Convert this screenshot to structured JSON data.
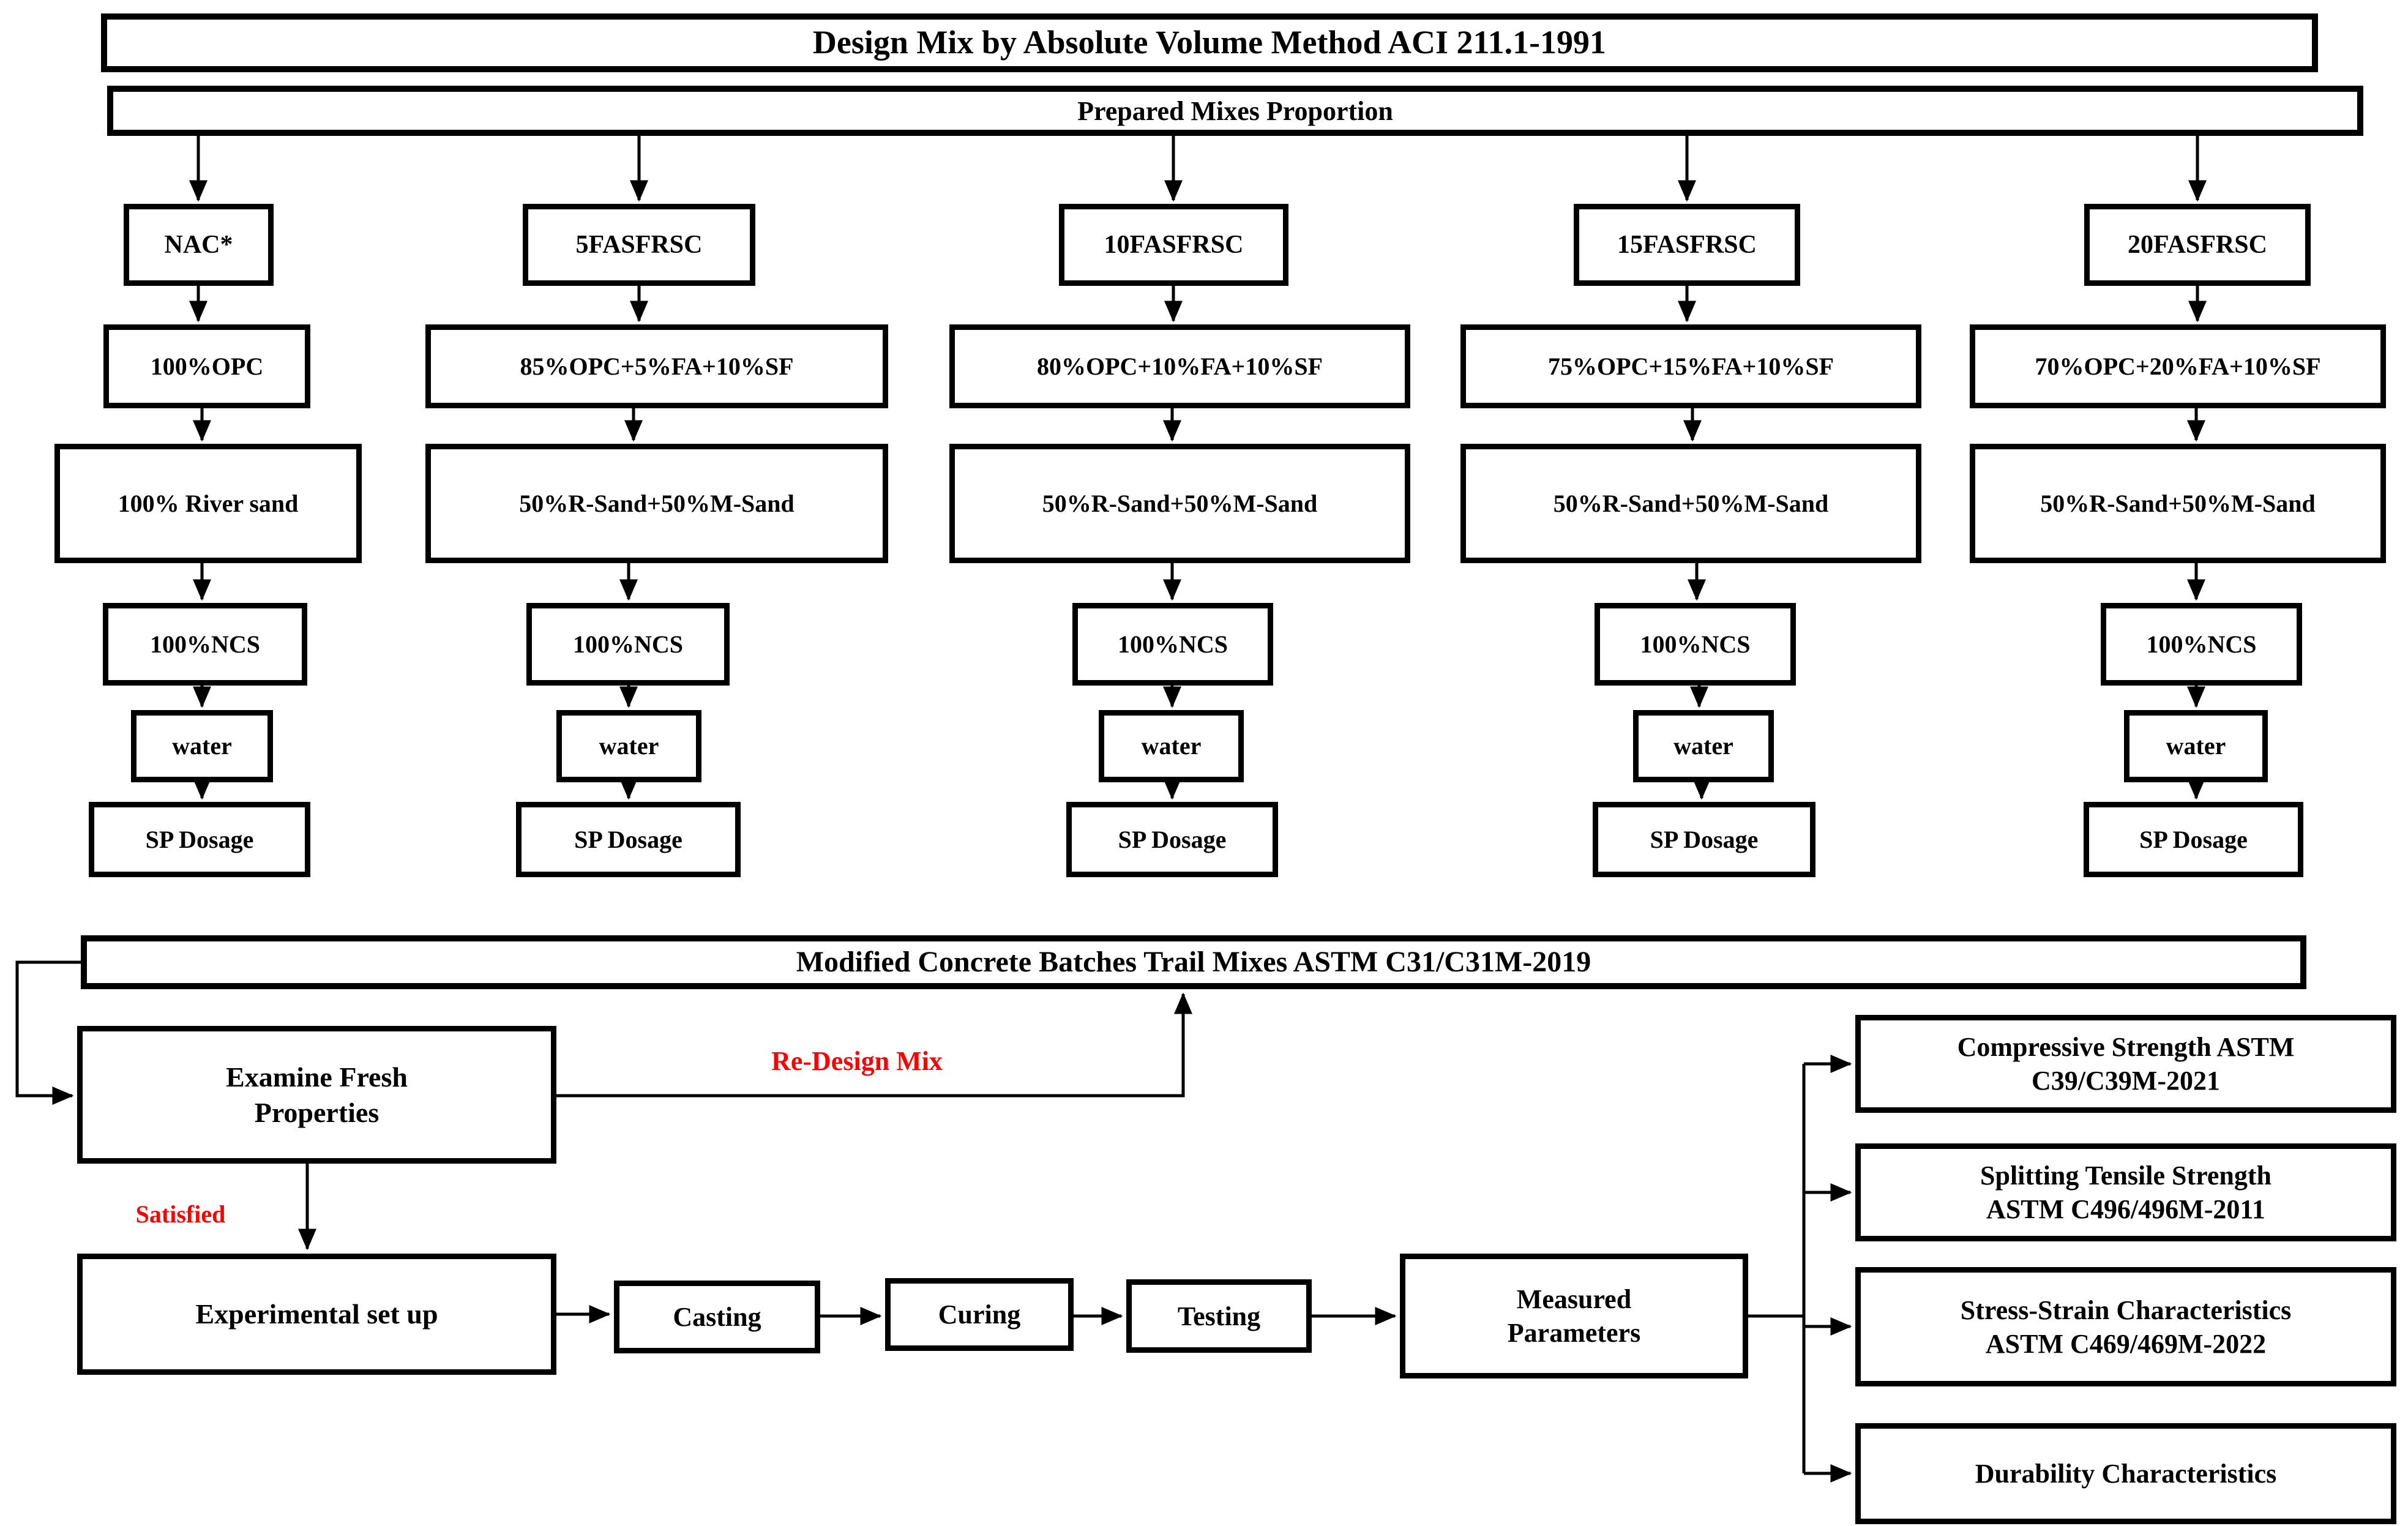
{
  "title": "Design Mix by Absolute Volume Method ACI 211.1-1991",
  "subtitle": "Prepared Mixes Proportion",
  "columns": [
    {
      "name": "NAC*",
      "binder": "100%OPC",
      "sand": "100% River sand",
      "coarse": "100%NCS",
      "water": "water",
      "sp": "SP Dosage"
    },
    {
      "name": "5FASFRSC",
      "binder": "85%OPC+5%FA+10%SF",
      "sand": "50%R-Sand+50%M-Sand",
      "coarse": "100%NCS",
      "water": "water",
      "sp": "SP Dosage"
    },
    {
      "name": "10FASFRSC",
      "binder": "80%OPC+10%FA+10%SF",
      "sand": "50%R-Sand+50%M-Sand",
      "coarse": "100%NCS",
      "water": "water",
      "sp": "SP Dosage"
    },
    {
      "name": "15FASFRSC",
      "binder": "75%OPC+15%FA+10%SF",
      "sand": "50%R-Sand+50%M-Sand",
      "coarse": "100%NCS",
      "water": "water",
      "sp": "SP Dosage"
    },
    {
      "name": "20FASFRSC",
      "binder": "70%OPC+20%FA+10%SF",
      "sand": "50%R-Sand+50%M-Sand",
      "coarse": "100%NCS",
      "water": "water",
      "sp": "SP Dosage"
    }
  ],
  "trial_bar": "Modified Concrete Batches Trail Mixes ASTM C31/C31M-2019",
  "feedback": {
    "examine_line1": "Examine Fresh",
    "examine_line2": "Properties",
    "redesign": "Re-Design Mix",
    "satisfied": "Satisfied"
  },
  "process": {
    "experimental": "Experimental set up",
    "casting": "Casting",
    "curing": "Curing",
    "testing": "Testing",
    "measured_line1": "Measured",
    "measured_line2": "Parameters"
  },
  "outputs": [
    {
      "line1": "Compressive Strength ASTM",
      "line2": "C39/C39M-2021"
    },
    {
      "line1": "Splitting Tensile Strength",
      "line2": "ASTM C496/496M-2011"
    },
    {
      "line1": "Stress-Strain Characteristics",
      "line2": "ASTM C469/469M-2022"
    },
    {
      "line1": "Durability Characteristics",
      "line2": ""
    }
  ],
  "colors": {
    "line": "#000000",
    "label_red": "#FF0000",
    "background": "#FFFFFF"
  }
}
